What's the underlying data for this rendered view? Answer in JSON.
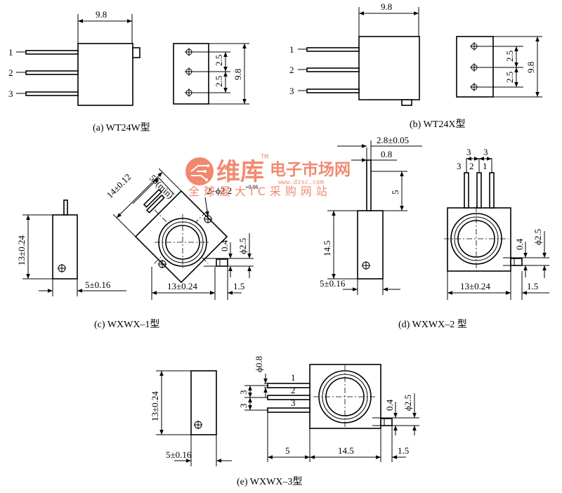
{
  "fig_a": {
    "caption": "(a) WT24W型",
    "dim_width": "9.8",
    "dim_height": "9.8",
    "dim_pitch1": "2.5",
    "dim_pitch2": "2.5",
    "pins": [
      "1",
      "2",
      "3"
    ]
  },
  "fig_b": {
    "caption": "(b) WT24X型",
    "dim_width": "9.8",
    "dim_height": "9.8",
    "dim_pitch1": "2.5",
    "dim_pitch2": "2.5",
    "pins": [
      "1",
      "2",
      "3"
    ]
  },
  "fig_c": {
    "caption": "(c) WXWX–1型",
    "dim_height": "13±0.24",
    "dim_depth": "5±0.16",
    "dim_diag": "14±0.12",
    "dim_lead": "50(min)",
    "dim_hole": "2–ϕ2.2",
    "dim_hole_tol": "+0.06",
    "dim_body": "13±0.24",
    "dim_offset": "0.4",
    "dim_shaft": "ϕ2.5",
    "dim_side": "1.5"
  },
  "fig_d": {
    "caption": "(d) WXWX–2 型",
    "dim_pin_w": "2.8±0.05",
    "dim_pin_t": "0.8",
    "dim_pin_len": "5",
    "dim_height": "14.5",
    "dim_depth": "5±0.16",
    "dim_pitch": [
      "3",
      "3"
    ],
    "pins": [
      "3",
      "2",
      "1"
    ],
    "dim_body": "13±0.24",
    "dim_offset": "0.4",
    "dim_shaft": "ϕ2.5",
    "dim_side": "1.5"
  },
  "fig_e": {
    "caption": "(e) WXWX–3型",
    "dim_height": "13±0.24",
    "dim_depth": "5±0.16",
    "dim_pin_d": "ϕ0.8",
    "dim_pitch": [
      "3",
      "3"
    ],
    "pins": [
      "1",
      "2",
      "3"
    ],
    "dim_lead": "5",
    "dim_body": "14.5",
    "dim_offset": "0.4",
    "dim_shaft": "ϕ2.5",
    "dim_side": "1.5"
  },
  "watermark": {
    "brand": "维库",
    "sub": "电子市场网",
    "url": "www.dzsc.com",
    "tagline": "全球最大IC采购网站",
    "tm": "TM"
  }
}
